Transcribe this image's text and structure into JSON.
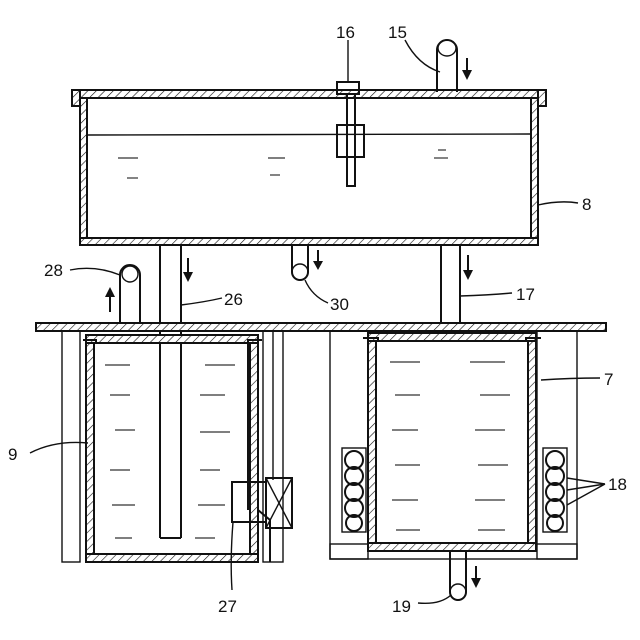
{
  "figure": {
    "colors": {
      "ink": "#111111",
      "paper": "#ffffff"
    },
    "labels": {
      "l7": "7",
      "l8": "8",
      "l9": "9",
      "l15": "15",
      "l16": "16",
      "l17": "17",
      "l18": "18",
      "l19": "19",
      "l26": "26",
      "l27": "27",
      "l28": "28",
      "l30": "30"
    }
  }
}
